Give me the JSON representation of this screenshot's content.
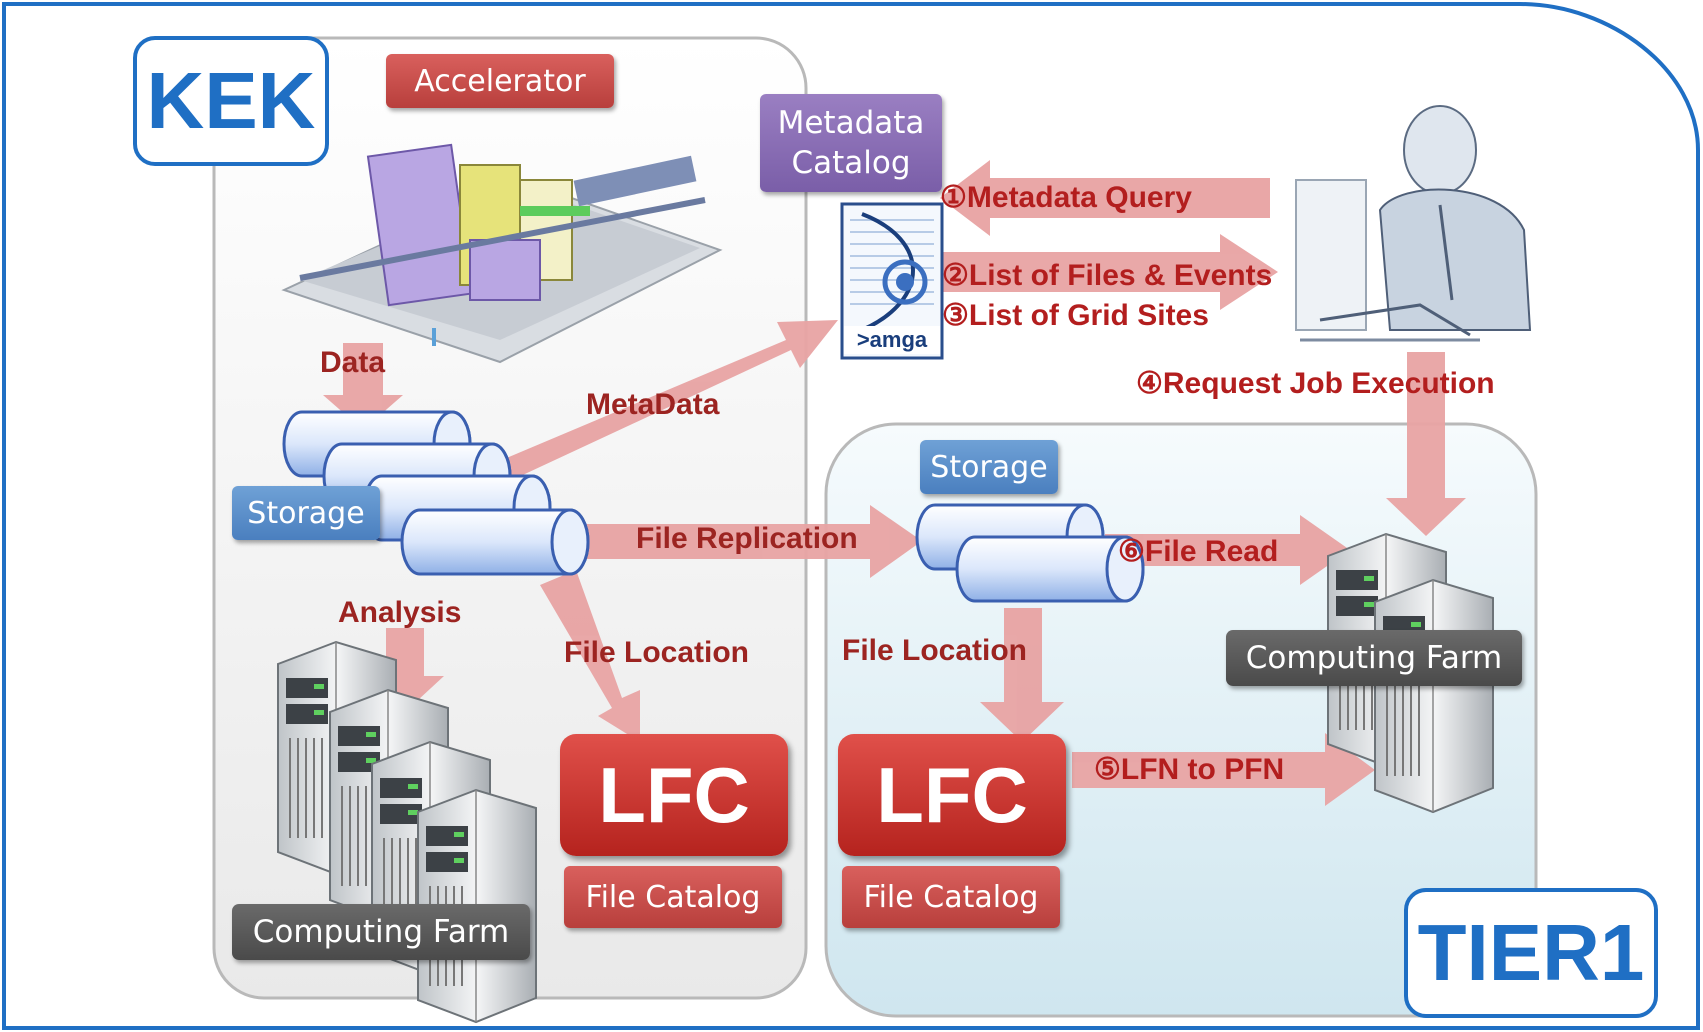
{
  "sites": {
    "kek": "KEK",
    "tier1": "TIER1"
  },
  "kek": {
    "accelerator": "Accelerator",
    "storage": "Storage",
    "computing_farm": "Computing Farm",
    "lfc": "LFC",
    "file_catalog": "File Catalog"
  },
  "tier1": {
    "storage": "Storage",
    "computing_farm": "Computing Farm",
    "lfc": "LFC",
    "file_catalog": "File Catalog"
  },
  "metadata_catalog": {
    "line1": "Metadata",
    "line2": "Catalog",
    "logo_text": ">amga"
  },
  "flows": {
    "data": "Data",
    "metadata": "MetaData",
    "analysis": "Analysis",
    "file_location_kek": "File Location",
    "file_replication": "File Replication",
    "file_location_tier1": "File Location"
  },
  "steps": {
    "step1": "①Metadata Query",
    "step2": "②List of Files & Events",
    "step3": "③List of Grid Sites",
    "step4": "④Request Job Execution",
    "step5": "⑤LFN to PFN",
    "step6": "⑥File Read"
  },
  "colors": {
    "accent_blue": "#1f6fc4",
    "arrow_pink": "#e8a3a3",
    "label_red": "#c0403d",
    "storage_blue": "#5b8fcf",
    "catalog_purple": "#8a6db5",
    "lfc_red": "#d23a35"
  },
  "icons": [
    "accelerator-image",
    "storage-cylinders-icon",
    "server-rack-icon",
    "amga-logo",
    "user-at-workstation-icon"
  ]
}
